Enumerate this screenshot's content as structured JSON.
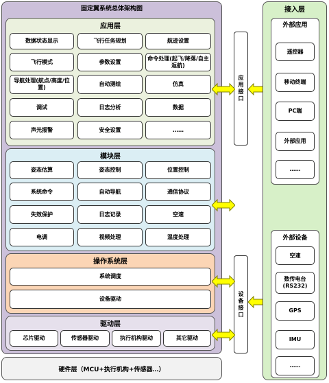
{
  "main_title": "固定翼系统总体架构图",
  "layers": {
    "app": {
      "title": "应用层",
      "items": [
        "数据状态显示",
        "飞行任务规划",
        "航迹设置",
        "飞行模式",
        "参数设置",
        "命令处理(起飞/降落/自主返航)",
        "导航处理(航点/高度/位置)",
        "自动测绘",
        "仿真",
        "调试",
        "日志分析",
        "数据",
        "声光报警",
        "安全设置",
        "……"
      ]
    },
    "module": {
      "title": "模块层",
      "items": [
        "姿态估算",
        "姿态控制",
        "位置控制",
        "系统命令",
        "自动导航",
        "通信协议",
        "失效保护",
        "日志记录",
        "空速",
        "电调",
        "视频处理",
        "温度处理"
      ]
    },
    "os": {
      "title": "操作系统层",
      "items": [
        "系统调度",
        "设备驱动"
      ]
    },
    "driver": {
      "title": "驱动层",
      "items": [
        "芯片驱动",
        "传感器驱动",
        "执行机构驱动",
        "其它驱动"
      ]
    },
    "hardware": {
      "title": "硬件层（MCU+执行机构+传感器…）"
    }
  },
  "interfaces": {
    "app": "应用接口",
    "device": "设备接口"
  },
  "access": {
    "title": "接入层",
    "external_apps": {
      "title": "外部应用",
      "items": [
        "遥控器",
        "移动终端",
        "PC端",
        "外部应用",
        "……"
      ]
    },
    "external_devices": {
      "title": "外部设备",
      "items": [
        "空速",
        "数传电台(RS232)",
        "GPS",
        "IMU",
        "……"
      ]
    }
  },
  "colors": {
    "outer_left": "#ccc0da",
    "app_layer": "#ebf1de",
    "module_layer": "#dbeef4",
    "os_layer": "#fbd5b5",
    "driver_layer": "#e6e0ec",
    "hardware": "#f2f2f2",
    "access_layer": "#d7f0c8",
    "arrow_fill": "#ffff00"
  }
}
